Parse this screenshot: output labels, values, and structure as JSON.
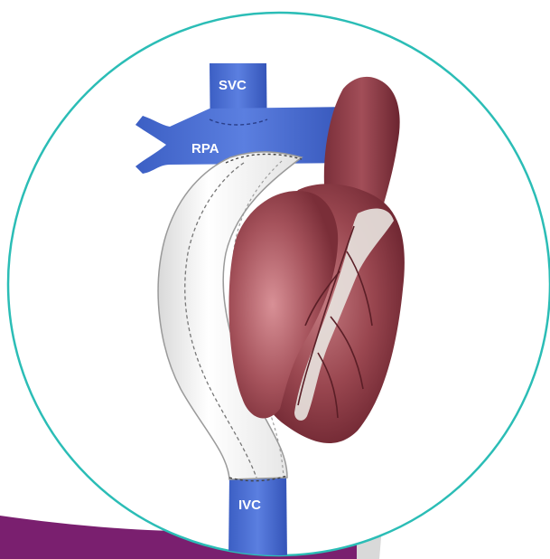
{
  "labels": {
    "svc": "SVC",
    "rpa": "RPA",
    "ivc": "IVC"
  },
  "colors": {
    "frame_circle": "#2bbdb6",
    "vessel_blue": "#4a6fd1",
    "graft_white": "#f2f2f2",
    "heart_red": "#8a3a45",
    "corner_purple": "#7a1f6f"
  }
}
